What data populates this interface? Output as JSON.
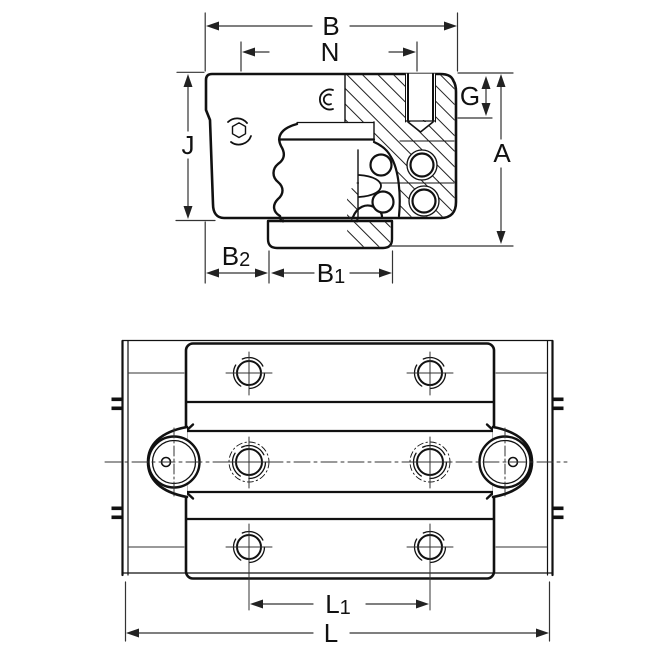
{
  "drawing": {
    "description": "Engineering dimension drawing of a linear guide rail and carriage (cross-section view above, plan view below)",
    "colors": {
      "ink": "#111111",
      "background": "#ffffff"
    },
    "cross_section": {
      "dims": {
        "B": {
          "label": "B"
        },
        "N": {
          "label": "N"
        },
        "G": {
          "label": "G"
        },
        "A": {
          "label": "A"
        },
        "J": {
          "label": "J"
        },
        "B2": {
          "main": "B",
          "sub": "2"
        },
        "B1": {
          "main": "B",
          "sub": "1"
        }
      }
    },
    "plan": {
      "dims": {
        "L1": {
          "main": "L",
          "sub": "1"
        },
        "L": {
          "label": "L"
        }
      }
    }
  }
}
